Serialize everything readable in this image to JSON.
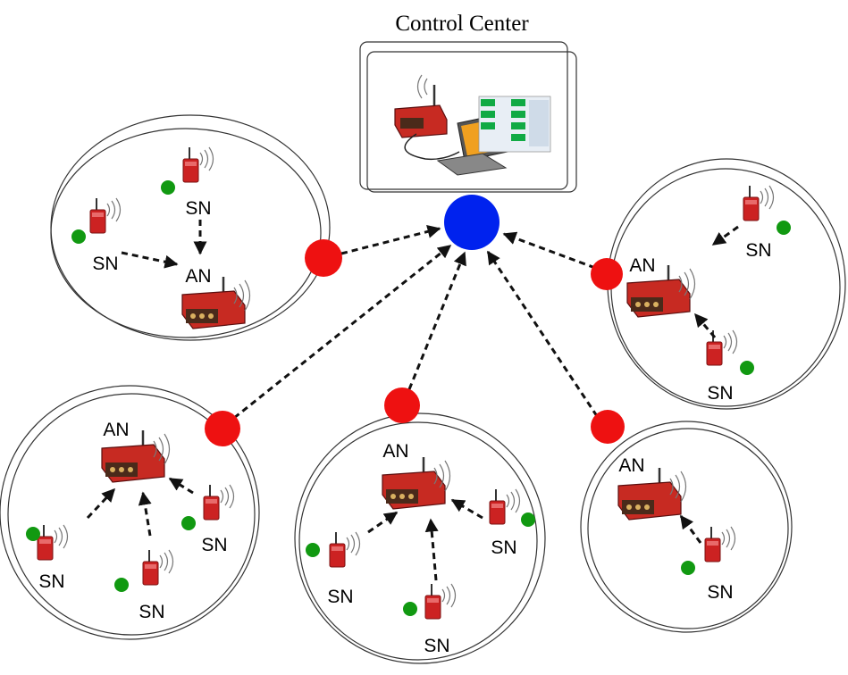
{
  "title": "Control Center",
  "labels": {
    "sn": "SN",
    "an": "AN"
  },
  "colors": {
    "hub": "#0022ee",
    "gateway": "#ee1111",
    "sensor_dot": "#119911",
    "device_red": "#cc2222"
  },
  "icons": [
    "router-icon",
    "laptop-icon",
    "monitor-panel-icon",
    "sensor-node-icon",
    "anchor-node-icon",
    "wireless-signal-icon"
  ]
}
